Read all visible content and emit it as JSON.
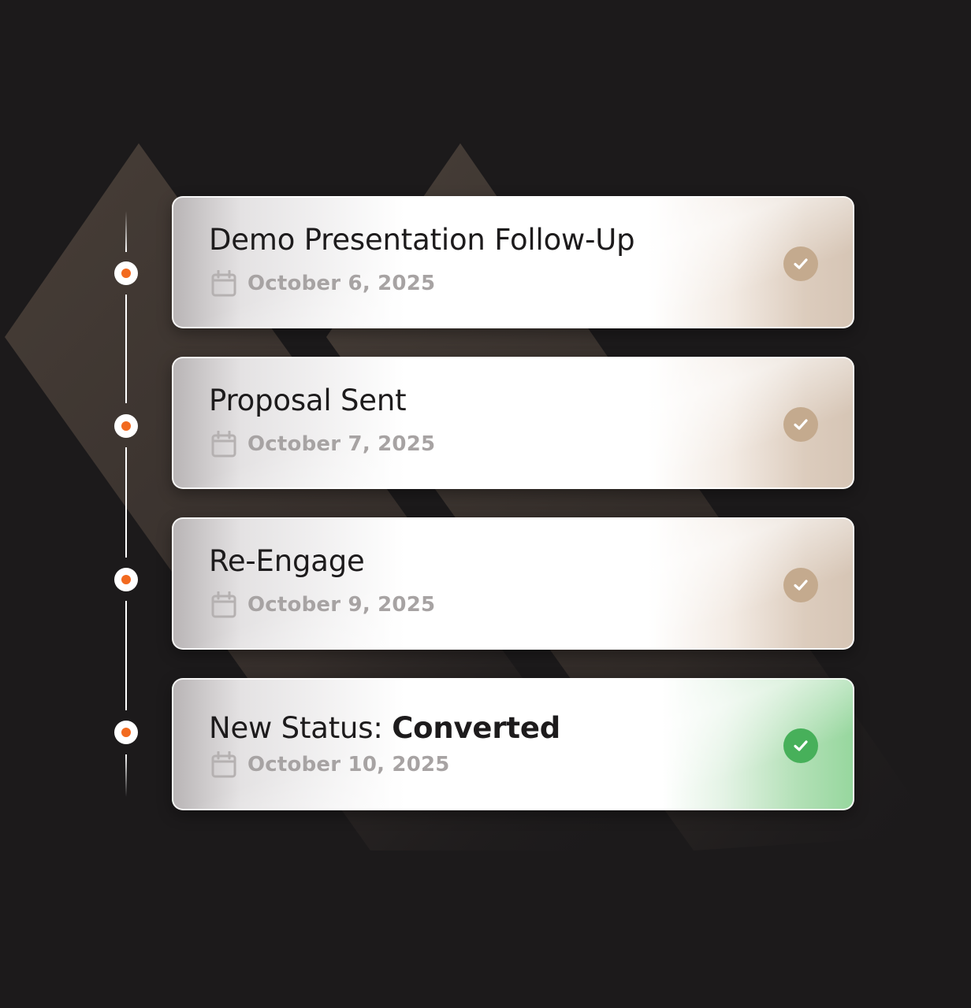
{
  "colors": {
    "background": "#1c1a1b",
    "node_accent": "#f26a1f",
    "check_done": "#c4aa8e",
    "check_converted": "#47b05a",
    "date_text": "#a7a3a3"
  },
  "timeline": {
    "items": [
      {
        "title": "Demo Presentation Follow-Up",
        "date": "October 6, 2025",
        "status": "done",
        "icon": "check-icon"
      },
      {
        "title": "Proposal Sent",
        "date": "October 7, 2025",
        "status": "done",
        "icon": "check-icon"
      },
      {
        "title": "Re-Engage",
        "date": "October 9, 2025",
        "status": "done",
        "icon": "check-icon"
      },
      {
        "title_prefix": "New Status: ",
        "title_emphasis": "Converted",
        "date": "October 10, 2025",
        "status": "converted",
        "icon": "check-icon"
      }
    ],
    "date_icon": "calendar-icon"
  }
}
